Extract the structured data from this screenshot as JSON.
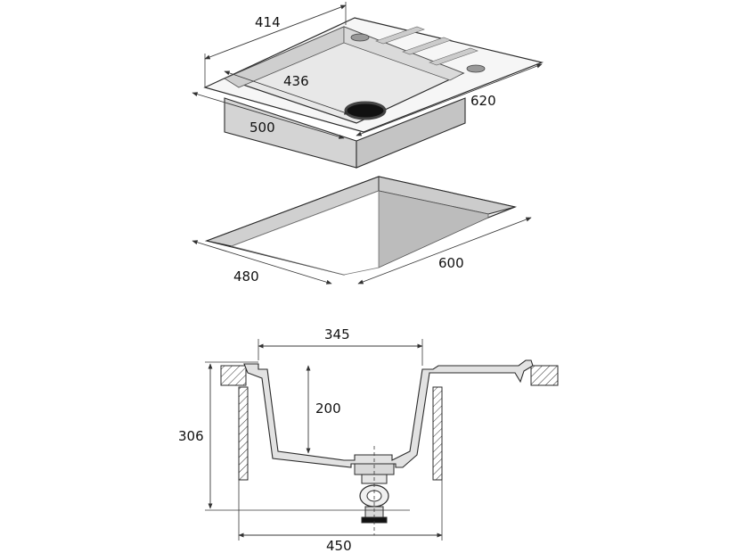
{
  "dimensions": {
    "top_view": {
      "depth_outer": "414",
      "bowl_width": "436",
      "bowl_length": "500",
      "overall_length": "620"
    },
    "cutout_view": {
      "cutout_width": "480",
      "cutout_length": "600"
    },
    "section_view": {
      "bowl_inner_width": "345",
      "bowl_depth": "200",
      "total_height": "306",
      "cabinet_width": "450"
    }
  },
  "colors": {
    "bowl_fill": "#e6e6e6",
    "bowl_wall": "#c8c8c8",
    "bowl_floor": "#ededed",
    "outline": "#2b2b2b"
  }
}
